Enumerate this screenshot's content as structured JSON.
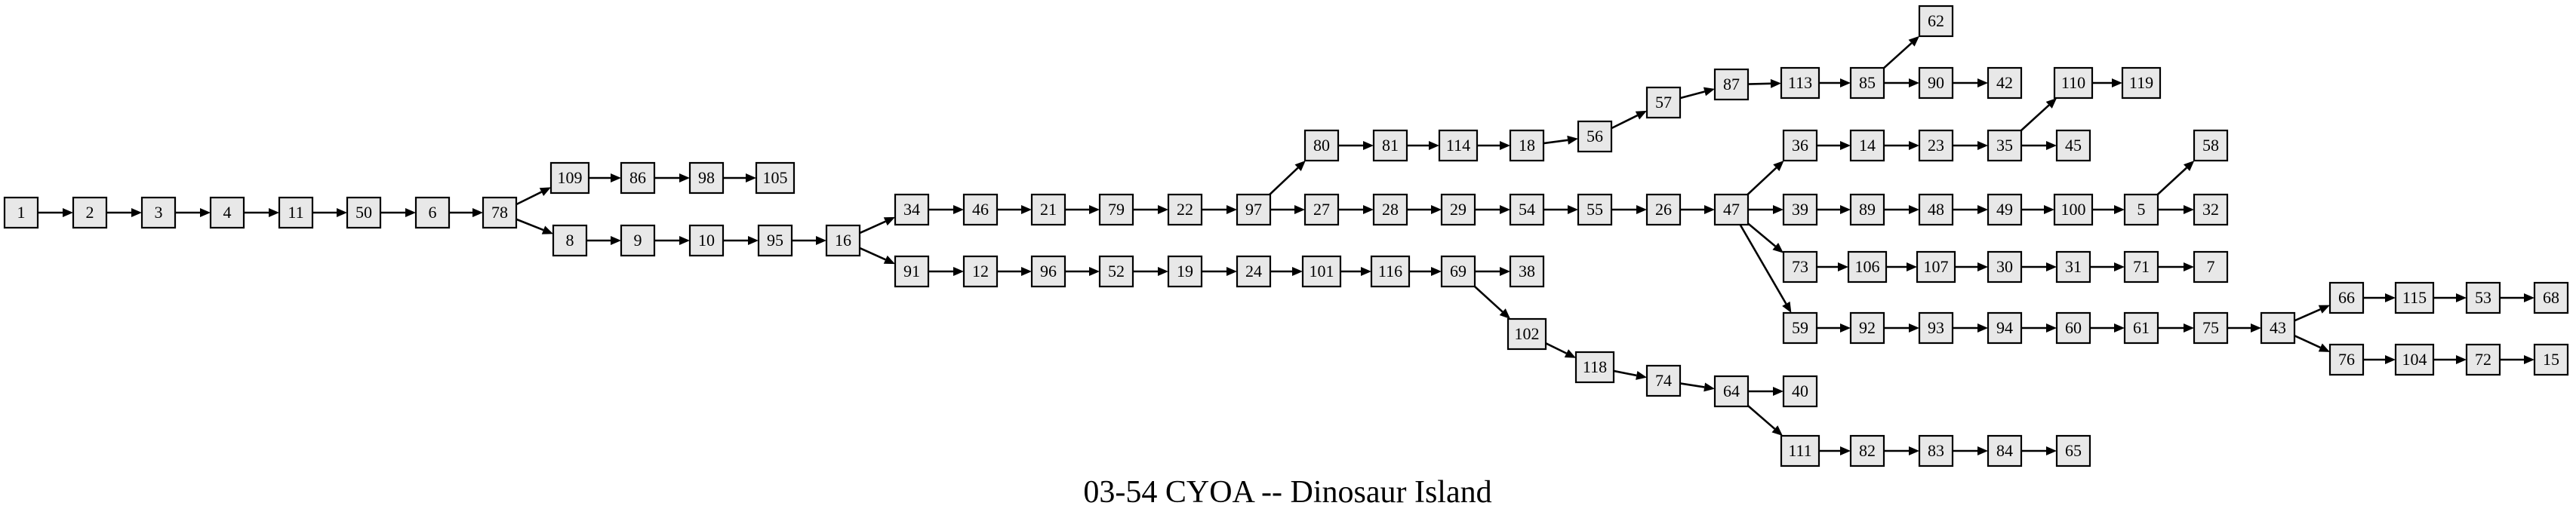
{
  "diagram": {
    "caption": "03-54 CYOA -- Dinosaur Island",
    "nodes": [
      "1",
      "2",
      "3",
      "4",
      "11",
      "50",
      "6",
      "78",
      "109",
      "86",
      "98",
      "105",
      "8",
      "9",
      "10",
      "95",
      "16",
      "34",
      "46",
      "21",
      "79",
      "22",
      "97",
      "80",
      "81",
      "114",
      "18",
      "56",
      "57",
      "87",
      "113",
      "85",
      "62",
      "90",
      "42",
      "27",
      "28",
      "29",
      "54",
      "55",
      "26",
      "47",
      "36",
      "14",
      "23",
      "35",
      "110",
      "119",
      "45",
      "39",
      "89",
      "48",
      "49",
      "100",
      "5",
      "58",
      "32",
      "73",
      "106",
      "107",
      "30",
      "31",
      "71",
      "7",
      "59",
      "92",
      "93",
      "94",
      "60",
      "61",
      "75",
      "43",
      "66",
      "115",
      "53",
      "68",
      "76",
      "104",
      "72",
      "15",
      "91",
      "12",
      "96",
      "52",
      "19",
      "24",
      "101",
      "116",
      "69",
      "38",
      "102",
      "118",
      "74",
      "64",
      "40",
      "111",
      "82",
      "83",
      "84",
      "65"
    ],
    "edges": [
      [
        "1",
        "2"
      ],
      [
        "2",
        "3"
      ],
      [
        "3",
        "4"
      ],
      [
        "4",
        "11"
      ],
      [
        "11",
        "50"
      ],
      [
        "50",
        "6"
      ],
      [
        "6",
        "78"
      ],
      [
        "78",
        "109"
      ],
      [
        "78",
        "8"
      ],
      [
        "109",
        "86"
      ],
      [
        "86",
        "98"
      ],
      [
        "98",
        "105"
      ],
      [
        "8",
        "9"
      ],
      [
        "9",
        "10"
      ],
      [
        "10",
        "95"
      ],
      [
        "95",
        "16"
      ],
      [
        "16",
        "34"
      ],
      [
        "16",
        "91"
      ],
      [
        "34",
        "46"
      ],
      [
        "46",
        "21"
      ],
      [
        "21",
        "79"
      ],
      [
        "79",
        "22"
      ],
      [
        "22",
        "97"
      ],
      [
        "97",
        "80"
      ],
      [
        "97",
        "27"
      ],
      [
        "80",
        "81"
      ],
      [
        "81",
        "114"
      ],
      [
        "114",
        "18"
      ],
      [
        "18",
        "56"
      ],
      [
        "56",
        "57"
      ],
      [
        "57",
        "87"
      ],
      [
        "87",
        "113"
      ],
      [
        "113",
        "85"
      ],
      [
        "85",
        "62"
      ],
      [
        "85",
        "90"
      ],
      [
        "90",
        "42"
      ],
      [
        "27",
        "28"
      ],
      [
        "28",
        "29"
      ],
      [
        "29",
        "54"
      ],
      [
        "54",
        "55"
      ],
      [
        "55",
        "26"
      ],
      [
        "26",
        "47"
      ],
      [
        "47",
        "36"
      ],
      [
        "47",
        "39"
      ],
      [
        "47",
        "73"
      ],
      [
        "47",
        "59"
      ],
      [
        "36",
        "14"
      ],
      [
        "14",
        "23"
      ],
      [
        "23",
        "35"
      ],
      [
        "35",
        "110"
      ],
      [
        "35",
        "45"
      ],
      [
        "110",
        "119"
      ],
      [
        "39",
        "89"
      ],
      [
        "89",
        "48"
      ],
      [
        "48",
        "49"
      ],
      [
        "49",
        "100"
      ],
      [
        "100",
        "5"
      ],
      [
        "5",
        "58"
      ],
      [
        "5",
        "32"
      ],
      [
        "73",
        "106"
      ],
      [
        "106",
        "107"
      ],
      [
        "107",
        "30"
      ],
      [
        "30",
        "31"
      ],
      [
        "31",
        "71"
      ],
      [
        "71",
        "7"
      ],
      [
        "59",
        "92"
      ],
      [
        "92",
        "93"
      ],
      [
        "93",
        "94"
      ],
      [
        "94",
        "60"
      ],
      [
        "60",
        "61"
      ],
      [
        "61",
        "75"
      ],
      [
        "75",
        "43"
      ],
      [
        "43",
        "66"
      ],
      [
        "43",
        "76"
      ],
      [
        "66",
        "115"
      ],
      [
        "115",
        "53"
      ],
      [
        "53",
        "68"
      ],
      [
        "76",
        "104"
      ],
      [
        "104",
        "72"
      ],
      [
        "72",
        "15"
      ],
      [
        "91",
        "12"
      ],
      [
        "12",
        "96"
      ],
      [
        "96",
        "52"
      ],
      [
        "52",
        "19"
      ],
      [
        "19",
        "24"
      ],
      [
        "24",
        "101"
      ],
      [
        "101",
        "116"
      ],
      [
        "116",
        "69"
      ],
      [
        "69",
        "38"
      ],
      [
        "69",
        "102"
      ],
      [
        "102",
        "118"
      ],
      [
        "118",
        "74"
      ],
      [
        "74",
        "64"
      ],
      [
        "64",
        "40"
      ],
      [
        "64",
        "111"
      ],
      [
        "111",
        "82"
      ],
      [
        "82",
        "83"
      ],
      [
        "83",
        "84"
      ],
      [
        "84",
        "65"
      ]
    ]
  }
}
